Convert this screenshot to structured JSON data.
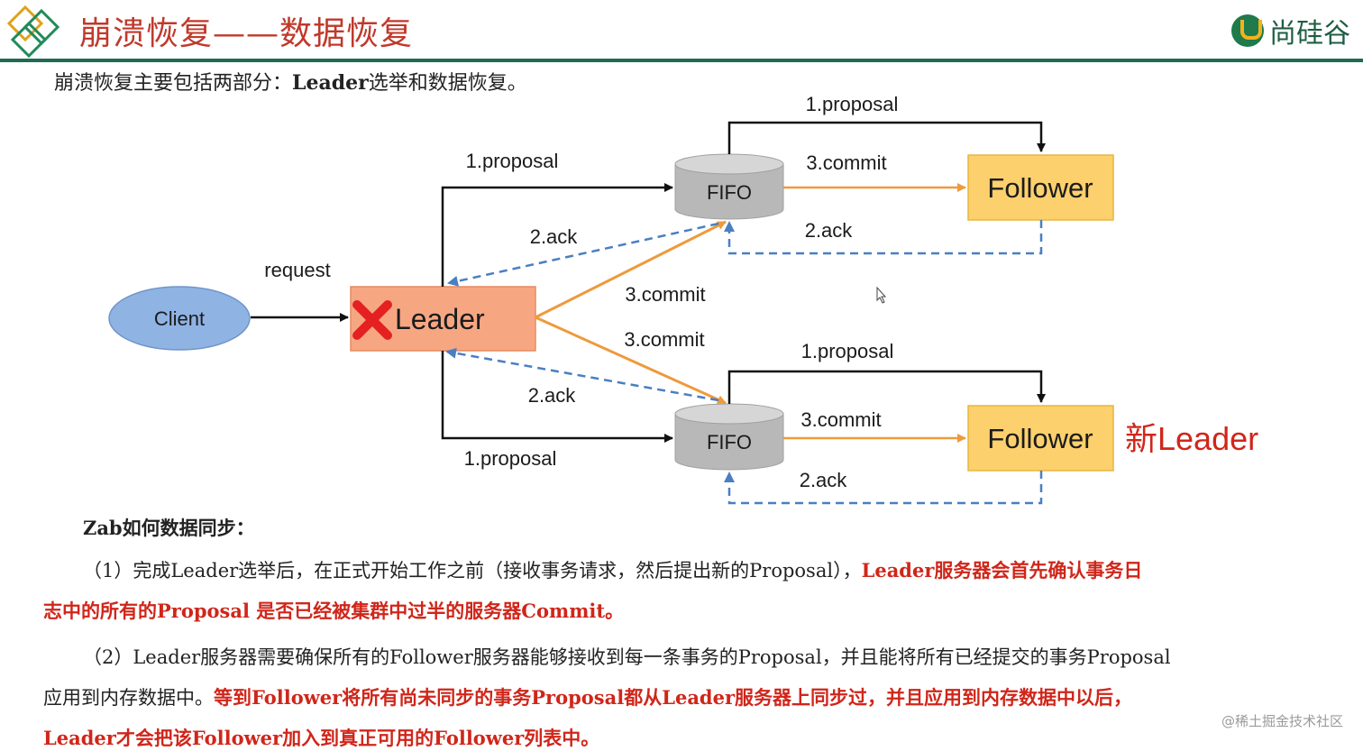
{
  "header": {
    "title": "崩溃恢复——数据恢复",
    "brand": "尚硅谷"
  },
  "intro": {
    "text_plain": "崩溃恢复主要包括两部分：",
    "text_bold": "Leader",
    "text_tail": "选举和数据恢复。"
  },
  "diagram": {
    "client_label": "Client",
    "request_label": "request",
    "leader_label": "Leader",
    "fifo_top_label": "FIFO",
    "fifo_bottom_label": "FIFO",
    "follower_top_label": "Follower",
    "follower_bottom_label": "Follower",
    "new_leader_label": "新Leader",
    "edges": {
      "top_proposal_leader": "1.proposal",
      "top_ack_leader": "2.ack",
      "top_commit_leader": "3.commit",
      "top_proposal_follower": "1.proposal",
      "top_commit_follower": "3.commit",
      "top_ack_follower": "2.ack",
      "bottom_commit_leader": "3.commit",
      "bottom_ack_leader": "2.ack",
      "bottom_proposal_leader": "1.proposal",
      "bottom_proposal_follower": "1.proposal",
      "bottom_commit_follower": "3.commit",
      "bottom_ack_follower": "2.ack"
    },
    "colors": {
      "commit_arrow": "#ee9a3c",
      "ack_arrow": "#4a7fc1",
      "proposal_arrow": "#111111",
      "leader_fill": "#f6a782",
      "follower_fill": "#fcd06c",
      "client_fill": "#8fb3e3",
      "new_leader_text": "#d0261a"
    }
  },
  "zab": {
    "title": "Zab如何数据同步：",
    "p1_black": "（1）完成Leader选举后，在正式开始工作之前（接收事务请求，然后提出新的Proposal），",
    "p1_red_a": "Leader服务器会首先确认事务日",
    "p1_red_b": "志中的所有的Proposal 是否已经被集群中过半的服务器Commit。",
    "p2_black_a": "（2）Leader服务器需要确保所有的Follower服务器能够接收到每一条事务的Proposal，并且能将所有已经提交的事务Proposal",
    "p2_black_b": "应用到内存数据中。",
    "p2_red_b": "等到Follower将所有尚未同步的事务Proposal都从Leader服务器上同步过，并且应用到内存数据中以后，",
    "p2_red_c": "Leader才会把该Follower加入到真正可用的Follower列表中。"
  },
  "watermark": "@稀土掘金技术社区"
}
